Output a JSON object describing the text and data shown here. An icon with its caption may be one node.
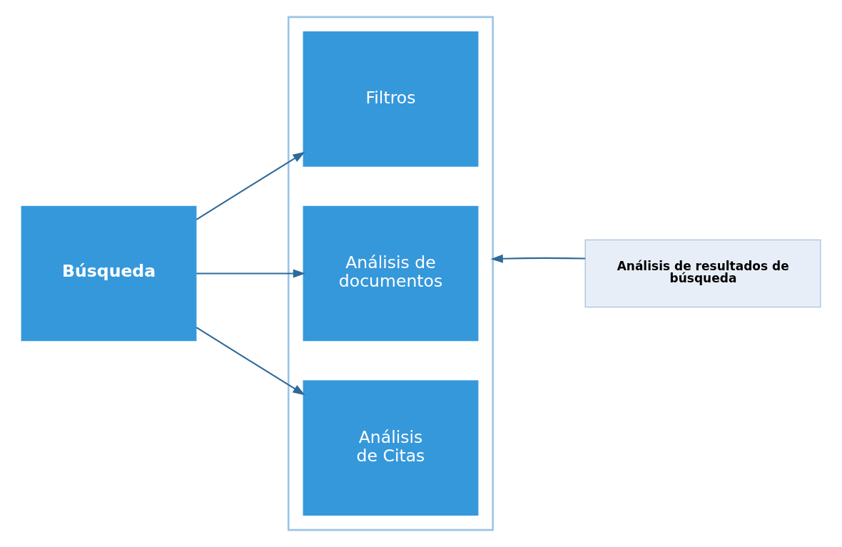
{
  "diagram": {
    "nodes": [
      {
        "text": [
          "Búsqueda"
        ]
      },
      {
        "text": [],
        "shape": "box"
      },
      {
        "text": [
          "Filtros"
        ],
        "in": 1
      },
      {
        "text": [
          "Análisis de documentos"
        ],
        "in": 1
      },
      {
        "text": [
          "Análisis de Citas"
        ],
        "in": 1
      },
      {
        "text": [
          "Análisis de resultados de búsqueda"
        ]
      }
    ],
    "edges": [
      {
        "from": 0,
        "to": 2,
        "arrow": "to"
      },
      {
        "from": 0,
        "to": 3,
        "arrow": "to"
      },
      {
        "from": 0,
        "to": 4,
        "arrow": "to"
      },
      {
        "from": 5,
        "to": 1,
        "arrow": "to"
      }
    ]
  }
}
